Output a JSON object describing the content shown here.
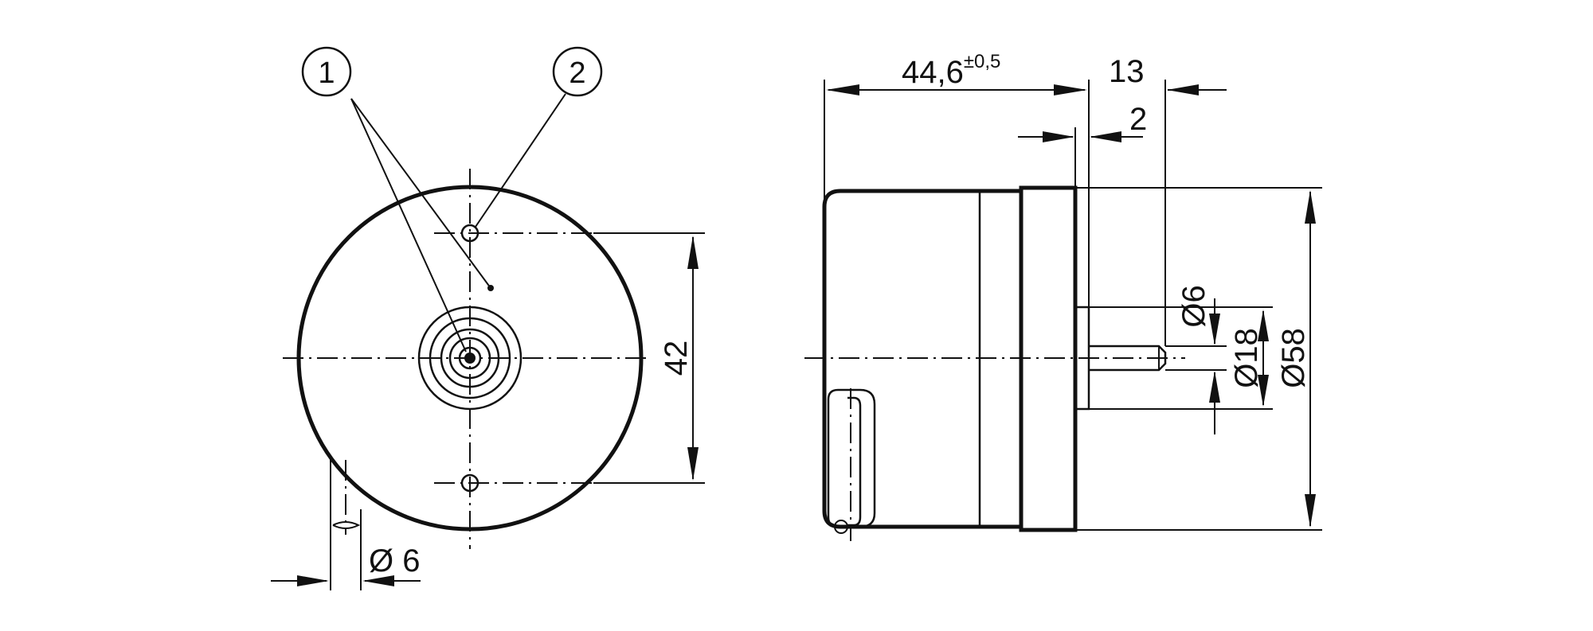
{
  "callouts": [
    {
      "id": "1",
      "label": "1"
    },
    {
      "id": "2",
      "label": "2"
    }
  ],
  "dimensions": {
    "hole_spacing": "42",
    "cable_diameter": "Ø 6",
    "body_length": "44,6",
    "body_length_tolerance": "±0,5",
    "shaft_length": "13",
    "flange_thickness": "2",
    "shaft_diameter": "Ø6",
    "hub_diameter": "Ø18",
    "housing_diameter": "Ø58"
  }
}
